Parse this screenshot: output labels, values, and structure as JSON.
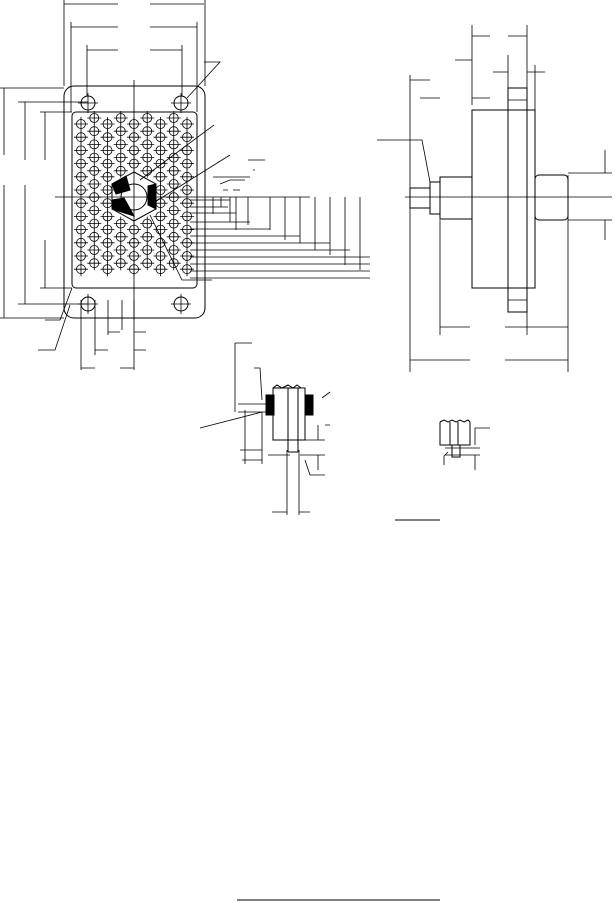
{
  "colors": {
    "background": "#ffffff",
    "ink": "#000000"
  },
  "drawing": {
    "views": [
      "front-view",
      "side-view",
      "mounting-detail",
      "small-detail"
    ],
    "pin_grid": {
      "columns": 9,
      "rows": 12
    }
  }
}
